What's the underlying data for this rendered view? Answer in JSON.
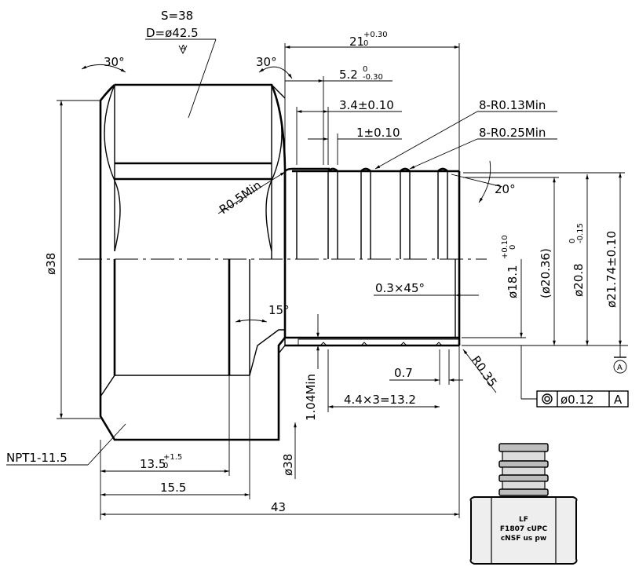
{
  "labels": {
    "hex_size": "S=38",
    "hex_dia": "D=ø42.5",
    "hex_ref": "A",
    "ang_left": "30°",
    "ang_right": "30°",
    "len_21": "21",
    "len_21_tol_up": "+0.30",
    "len_21_tol_dn": "0",
    "len_52": "5.2",
    "len_52_tol_up": "0",
    "len_52_tol_dn": "-0.30",
    "len_34": "3.4±0.10",
    "len_1": "1±0.10",
    "radius_013": "8-R0.13Min",
    "radius_025": "8-R0.25Min",
    "radius_05": "R0.5Min",
    "ang_20": "20°",
    "dia_38": "ø38",
    "dia_181": "ø18.1",
    "dia_181_tol_up": "+0.10",
    "dia_181_tol_dn": "0",
    "dia_2036": "(ø20.36)",
    "dia_208": "ø20.8",
    "dia_208_tol_up": "0",
    "dia_208_tol_dn": "-0.15",
    "dia_2174": "ø21.74±0.10",
    "chamfer": "0.3×45°",
    "ang_15": "15°",
    "len_07": "0.7",
    "radius_035": "R0.35",
    "datum": "A",
    "pitch": "4.4×3=13.2",
    "min_104": "1.04Min",
    "dia_38_small": "ø38",
    "thread": "NPT1-11.5",
    "len_135": "13.5",
    "len_135_tol_up": "+1.5",
    "len_135_tol_dn": "0",
    "len_155": "15.5",
    "len_43": "43",
    "fcf_tol": "ø0.12",
    "fcf_datum": "A",
    "stamp_1": "LF",
    "stamp_2": "F1807 cUPC",
    "stamp_3": "cNSF us pw"
  }
}
